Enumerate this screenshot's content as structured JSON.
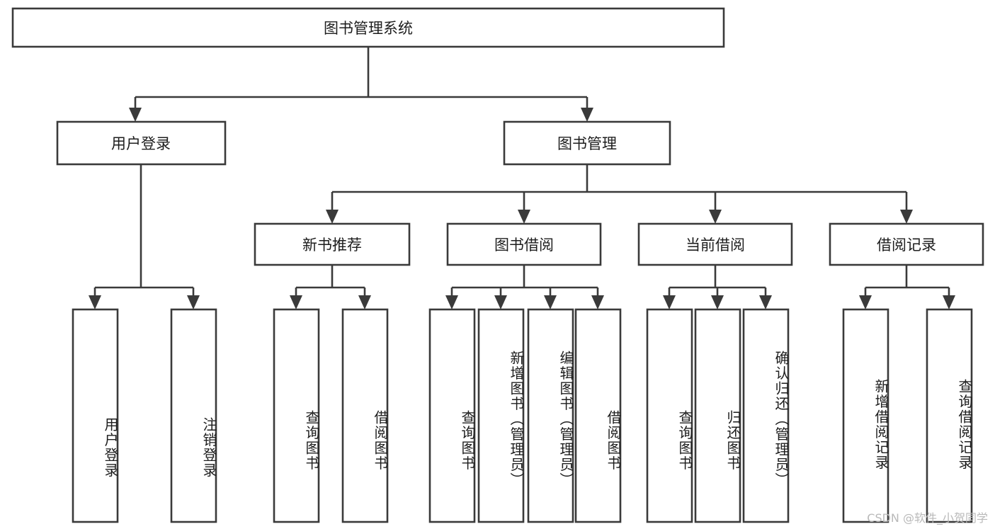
{
  "diagram": {
    "title": "图书管理系统",
    "type": "hierarchy-tree",
    "root": {
      "id": "root",
      "label": "图书管理系统"
    },
    "level2": [
      {
        "id": "user-login",
        "label": "用户登录"
      },
      {
        "id": "book-manage",
        "label": "图书管理"
      }
    ],
    "level3": [
      {
        "id": "new-book-recommend",
        "label": "新书推荐"
      },
      {
        "id": "book-borrow",
        "label": "图书借阅"
      },
      {
        "id": "current-borrow",
        "label": "当前借阅"
      },
      {
        "id": "borrow-record",
        "label": "借阅记录"
      }
    ],
    "leaves": {
      "user_login": [
        {
          "id": "leaf-user-login",
          "label": "用户登录"
        },
        {
          "id": "leaf-logout-login",
          "label": "注销登录"
        }
      ],
      "new_book_recommend": [
        {
          "id": "leaf-query-book-1",
          "label": "查询图书"
        },
        {
          "id": "leaf-borrow-book-1",
          "label": "借阅图书"
        }
      ],
      "book_borrow": [
        {
          "id": "leaf-query-book-2",
          "label": "查询图书"
        },
        {
          "id": "leaf-add-book",
          "label": "新增图书（管理员）"
        },
        {
          "id": "leaf-edit-book",
          "label": "编辑图书（管理员）"
        },
        {
          "id": "leaf-borrow-book-2",
          "label": "借阅图书"
        }
      ],
      "current_borrow": [
        {
          "id": "leaf-query-book-3",
          "label": "查询图书"
        },
        {
          "id": "leaf-return-book",
          "label": "归还图书"
        },
        {
          "id": "leaf-confirm-return",
          "label": "确认归还（管理员）"
        }
      ],
      "borrow_record": [
        {
          "id": "leaf-add-record",
          "label": "新增借阅记录"
        },
        {
          "id": "leaf-query-record",
          "label": "查询借阅记录"
        }
      ]
    },
    "colors": {
      "stroke": "#3a3a3a",
      "fill": "#ffffff",
      "text": "#1d1d1d",
      "watermark": "#b9b9b9"
    }
  },
  "watermark": {
    "text": "CSDN @软件_小贺同学"
  }
}
